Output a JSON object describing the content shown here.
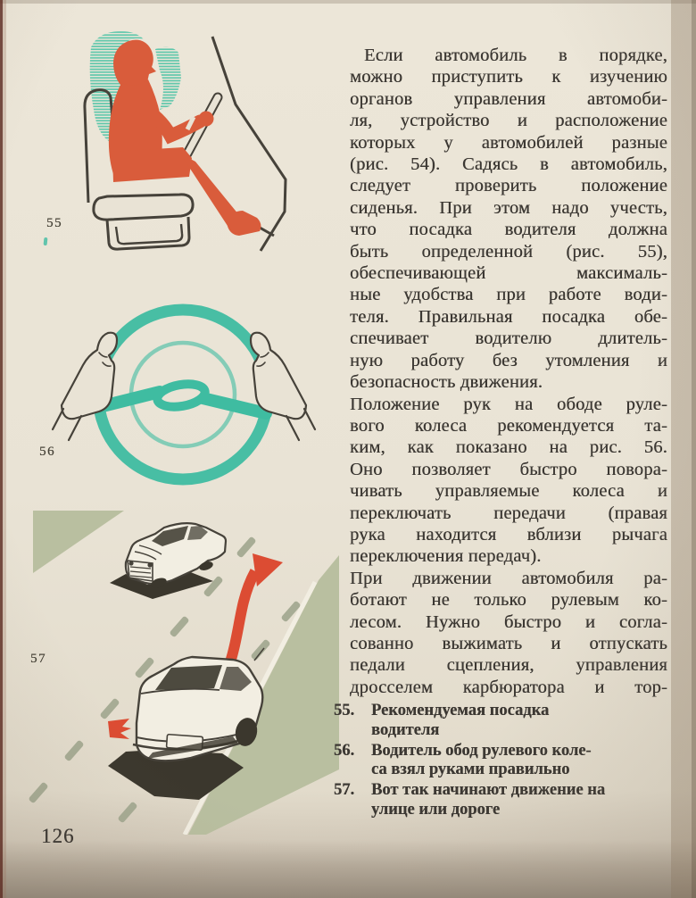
{
  "page": {
    "number": "126"
  },
  "body_text": {
    "lines": [
      {
        "t": "Если автомобиль в порядке,",
        "indent": true
      },
      {
        "t": "можно приступить к изучению"
      },
      {
        "t": "органов управления автомоби-"
      },
      {
        "t": "ля, устройство и расположение"
      },
      {
        "t": "которых у автомобилей разные"
      },
      {
        "t": "(рис. 54). Садясь в автомобиль,"
      },
      {
        "t": "следует проверить положение"
      },
      {
        "t": "сиденья. При этом надо учесть,"
      },
      {
        "t": "что посадка водителя должна"
      },
      {
        "t": "быть определенной (рис. 55),"
      },
      {
        "t": "обеспечивающей максималь-"
      },
      {
        "t": "ные удобства при работе води-"
      },
      {
        "t": "теля. Правильная посадка обе-"
      },
      {
        "t": "спечивает водителю длитель-"
      },
      {
        "t": "ную работу без утомления и"
      },
      {
        "t": "безопасность движения.",
        "end": true
      },
      {
        "t": "Положение рук на ободе руле-"
      },
      {
        "t": "вого колеса рекомендуется та-"
      },
      {
        "t": "ким, как показано на рис. 56."
      },
      {
        "t": "Оно позволяет быстро повора-"
      },
      {
        "t": "чивать управляемые колеса и"
      },
      {
        "t": "переключать передачи (правая"
      },
      {
        "t": "рука находится вблизи рычага"
      },
      {
        "t": "переключения передач).",
        "end": true
      },
      {
        "t": "При движении автомобиля ра-"
      },
      {
        "t": "ботают не только рулевым ко-"
      },
      {
        "t": "лесом. Нужно быстро и согла-"
      },
      {
        "t": "сованно выжимать и отпускать"
      },
      {
        "t": "педали сцепления, управления"
      },
      {
        "t": "дросселем карбюратора и тор-"
      }
    ]
  },
  "figures": [
    {
      "label": "55",
      "name": "recommended-driver-seating"
    },
    {
      "label": "56",
      "name": "hands-on-steering-wheel"
    },
    {
      "label": "57",
      "name": "cars-starting-on-road"
    }
  ],
  "captions": {
    "items": [
      {
        "number": "55.",
        "lines": [
          "Рекомендуемая посадка",
          "водителя"
        ]
      },
      {
        "number": "56.",
        "lines": [
          "Водитель обод рулевого коле-",
          "са взял руками правильно"
        ]
      },
      {
        "number": "57.",
        "lines": [
          "Вот так начинают движение на",
          "улице или дороге"
        ]
      }
    ]
  },
  "colors": {
    "paper": "#e9e3d5",
    "paper_light": "#f2eee2",
    "ink": "#3c3833",
    "line_dark": "#46423a",
    "teal": "#3fbca1",
    "teal_light": "#5ec7ab",
    "fig_red": "#d95c3b",
    "arrow_red": "#dc4c33",
    "verge_green": "#b9bfa0",
    "dash_gray": "#a7ac95",
    "shadow_dark": "#3b372d"
  }
}
